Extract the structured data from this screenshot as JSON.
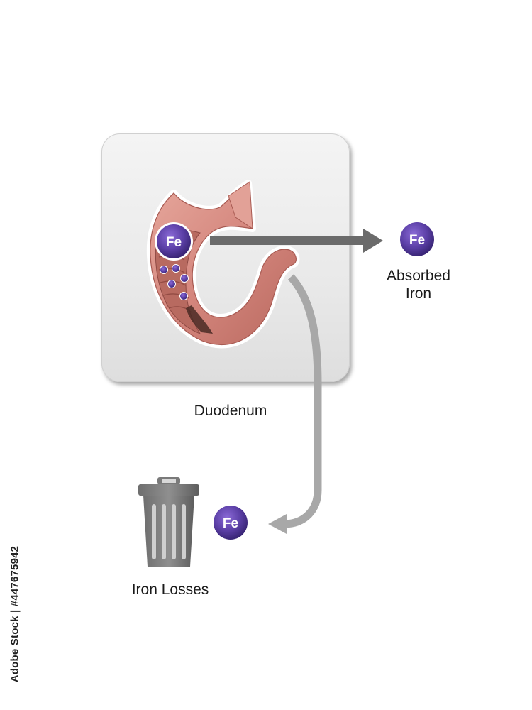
{
  "diagram": {
    "organ_label": "Duodenum",
    "absorbed_label_line1": "Absorbed",
    "absorbed_label_line2": "Iron",
    "losses_label": "Iron Losses",
    "iron_symbol": "Fe",
    "watermark_text": "Adobe Stock | #447675942"
  },
  "icons": {
    "organ": "duodenum-illustration",
    "bin": "trash-bin-icon",
    "ion": "iron-ion-icon"
  },
  "colors": {
    "ion_purple": "#5b3fa6",
    "arrow_dark": "#6b6b6b",
    "arrow_light": "#a8a8a8",
    "tissue": "#d98f86"
  }
}
